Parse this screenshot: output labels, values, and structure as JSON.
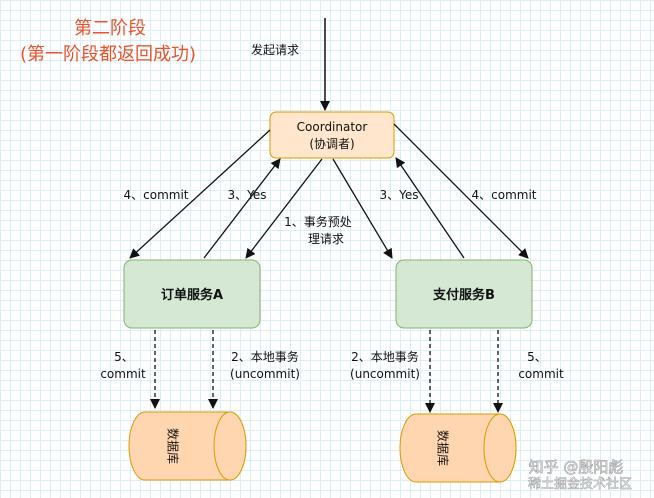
{
  "phase": {
    "title": "第二阶段",
    "subtitle": "(第一阶段都返回成功)"
  },
  "request_label": "发起请求",
  "coordinator": {
    "line1": "Coordinator",
    "line2": "(协调者)"
  },
  "service_a": {
    "label": "订单服务A"
  },
  "service_b": {
    "label": "支付服务B"
  },
  "db_a": {
    "label": "数据库"
  },
  "db_b": {
    "label": "数据库"
  },
  "edges": {
    "commit_left": "4、commit",
    "yes_left": "3、Yes",
    "preprocess_line1": "1、事务预处",
    "preprocess_line2": "理请求",
    "yes_right": "3、Yes",
    "commit_right": "4、commit",
    "a_commit_line1": "5、",
    "a_commit_line2": "commit",
    "a_local_line1": "2、本地事务",
    "a_local_line2": "(uncommit)",
    "b_local_line1": "2、本地事务",
    "b_local_line2": "(uncommit)",
    "b_commit_line1": "5、",
    "b_commit_line2": "commit"
  },
  "watermark": "知乎 @殷阳彪",
  "watermark2": "稀土掘金技术社区",
  "colors": {
    "coordinator_fill": "#ffe6cc",
    "coordinator_stroke": "#d79b00",
    "service_fill": "#d5e8d4",
    "service_stroke": "#82b366",
    "db_fill": "#ffd6b0",
    "db_stroke": "#d79b00",
    "title": "#e8532c"
  }
}
